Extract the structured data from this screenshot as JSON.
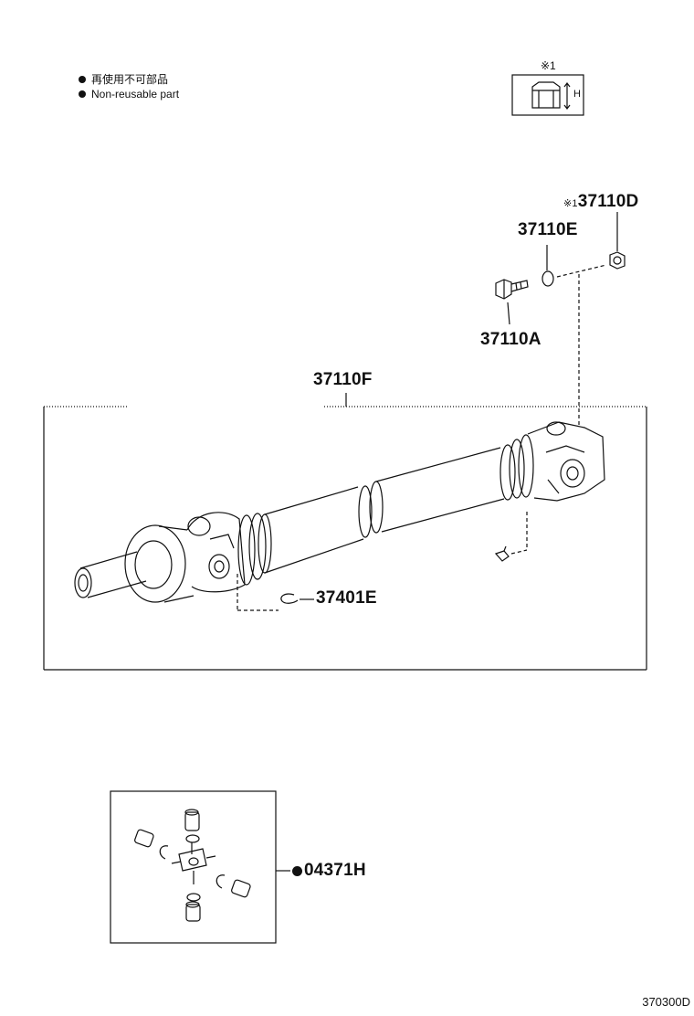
{
  "legend": {
    "jp_label": "再使用不可部品",
    "en_label": "Non-reusable part"
  },
  "note": {
    "mark": "※1",
    "dimension_label": "H"
  },
  "parts": {
    "p37110D_mark": "※1",
    "p37110D": "37110D",
    "p37110E": "37110E",
    "p37110A": "37110A",
    "p37110F": "37110F",
    "p37401E": "37401E",
    "p04371H": "04371H"
  },
  "diagram_id": "370300D"
}
